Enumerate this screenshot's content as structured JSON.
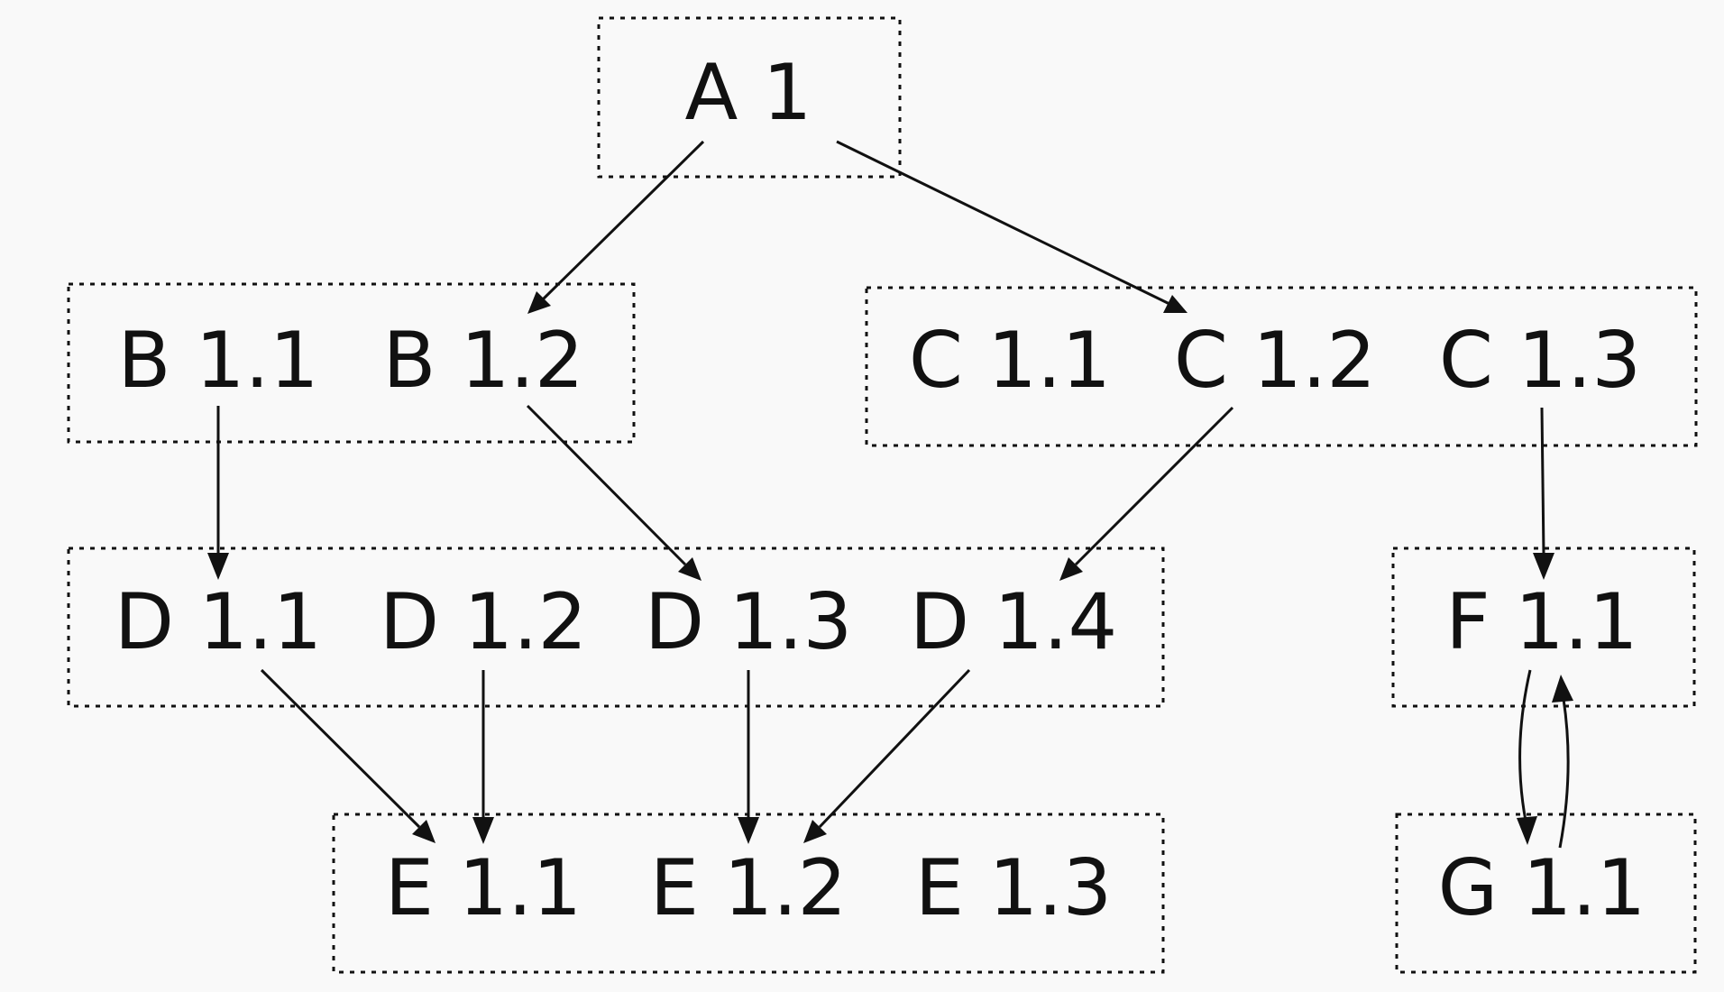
{
  "nodes": {
    "A1": "A 1",
    "B11": "B 1.1",
    "B12": "B 1.2",
    "C11": "C 1.1",
    "C12": "C 1.2",
    "C13": "C 1.3",
    "D11": "D 1.1",
    "D12": "D 1.2",
    "D13": "D 1.3",
    "D14": "D 1.4",
    "E11": "E 1.1",
    "E12": "E 1.2",
    "E13": "E 1.3",
    "F11": "F 1.1",
    "G11": "G 1.1"
  },
  "edges": [
    {
      "from": "A 1",
      "to": "B 1.2"
    },
    {
      "from": "A 1",
      "to": "C 1.2"
    },
    {
      "from": "B 1.1",
      "to": "D 1.1"
    },
    {
      "from": "B 1.2",
      "to": "D 1.3"
    },
    {
      "from": "C 1.2",
      "to": "D 1.4"
    },
    {
      "from": "C 1.3",
      "to": "F 1.1"
    },
    {
      "from": "D 1.1",
      "to": "E 1.1"
    },
    {
      "from": "D 1.2",
      "to": "E 1.1"
    },
    {
      "from": "D 1.3",
      "to": "E 1.2"
    },
    {
      "from": "D 1.4",
      "to": "E 1.2"
    },
    {
      "from": "F 1.1",
      "to": "G 1.1"
    },
    {
      "from": "G 1.1",
      "to": "F 1.1"
    }
  ]
}
